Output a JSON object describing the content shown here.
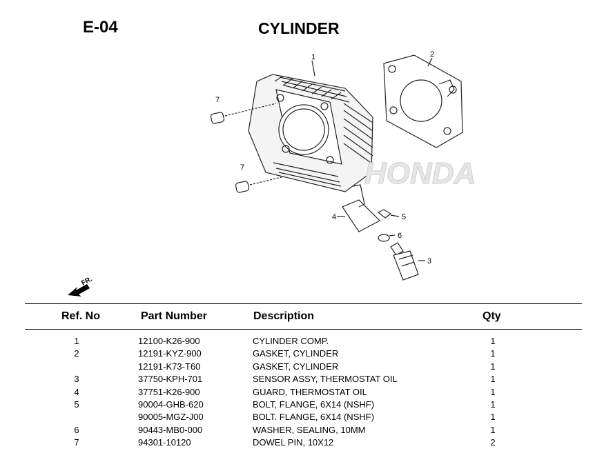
{
  "page": {
    "section_code": "E-04",
    "title": "CYLINDER"
  },
  "diagram": {
    "callouts": [
      "1",
      "2",
      "3",
      "4",
      "5",
      "6",
      "7",
      "7"
    ],
    "watermark_text": "HONDA",
    "front_arrow_label": "FR."
  },
  "table": {
    "headers": {
      "ref": "Ref. No",
      "part": "Part Number",
      "desc": "Description",
      "qty": "Qty"
    },
    "rows": [
      {
        "ref": "1",
        "part": "12100-K26-900",
        "desc": "CYLINDER COMP.",
        "qty": "1"
      },
      {
        "ref": "2",
        "part": "12191-KYZ-900",
        "desc": "GASKET, CYLINDER",
        "qty": "1"
      },
      {
        "ref": "",
        "part": "12191-K73-T60",
        "desc": "GASKET, CYLINDER",
        "qty": "1"
      },
      {
        "ref": "3",
        "part": "37750-KPH-701",
        "desc": "SENSOR ASSY, THERMOSTAT OIL",
        "qty": "1"
      },
      {
        "ref": "4",
        "part": "37751-K26-900",
        "desc": "GUARD, THERMOSTAT OIL",
        "qty": "1"
      },
      {
        "ref": "5",
        "part": "90004-GHB-620",
        "desc": "BOLT, FLANGE, 6X14 (NSHF)",
        "qty": "1"
      },
      {
        "ref": "",
        "part": "90005-MGZ-J00",
        "desc": "BOLT. FLANGE, 6X14 (NSHF)",
        "qty": "1"
      },
      {
        "ref": "6",
        "part": "90443-MB0-000",
        "desc": "WASHER, SEALING, 10MM",
        "qty": "1"
      },
      {
        "ref": "7",
        "part": "94301-10120",
        "desc": "DOWEL PIN, 10X12",
        "qty": "2"
      }
    ]
  }
}
